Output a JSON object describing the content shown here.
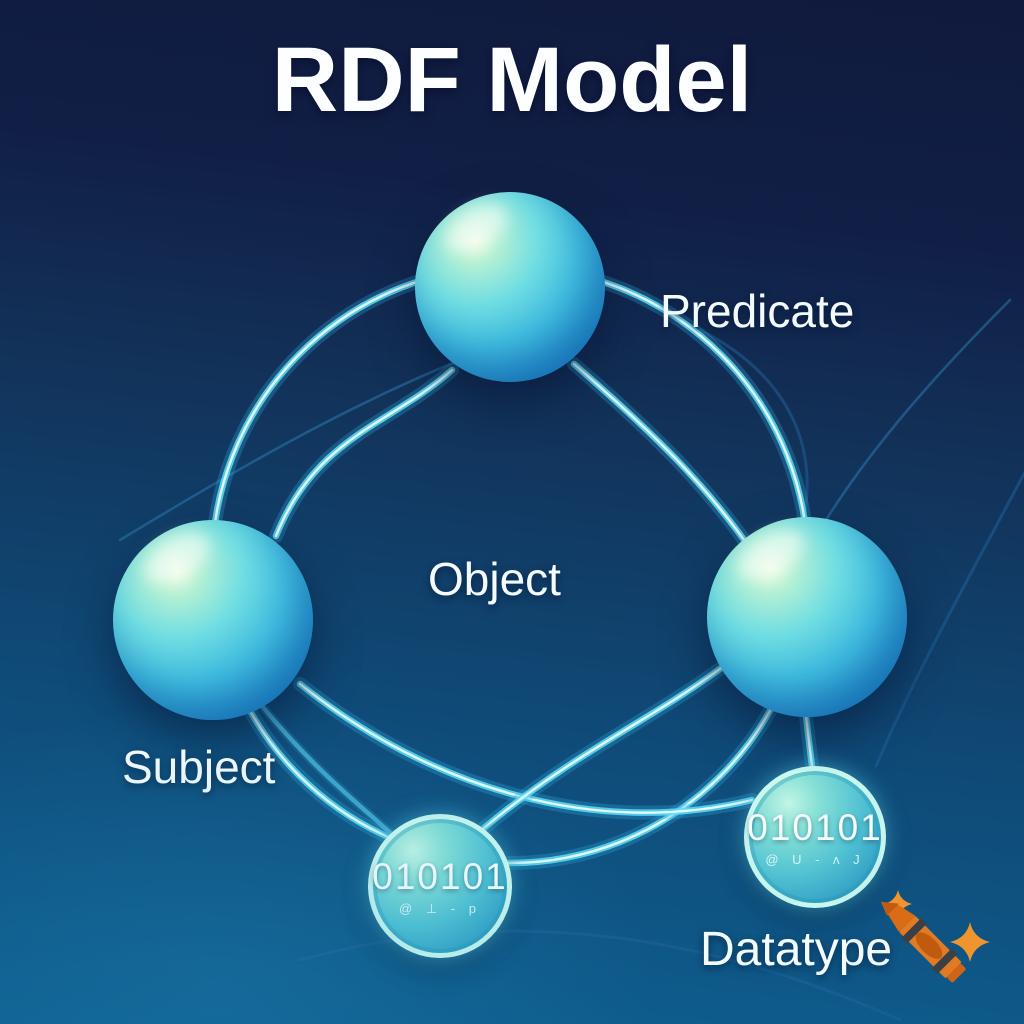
{
  "title": "RDF Model",
  "nodes": {
    "predicate": {
      "label": "Predicate"
    },
    "subject": {
      "label": "Subject"
    },
    "object": {
      "label": "Object"
    },
    "datatype": {
      "label": "Datatype"
    },
    "literal_left": {
      "value": "010101",
      "subtext": "@ ⊥ - p"
    },
    "literal_right": {
      "value": "010101",
      "subtext": "@ U - ʌ J"
    }
  },
  "icons": {
    "crayon": "crayon-icon",
    "sparkle_small": "sparkle-icon",
    "sparkle_large": "sparkle-icon"
  },
  "colors": {
    "background_top": "#101a3c",
    "background_bottom": "#0e6192",
    "sphere_highlight": "#e9fadc",
    "sphere_base": "#2492cf",
    "curve_glow": "#63ddf3",
    "literal_rim": "#d0faf0",
    "text": "#f4fbff",
    "crayon_orange": "#e07b23",
    "sparkle_orange": "#ee9530"
  }
}
